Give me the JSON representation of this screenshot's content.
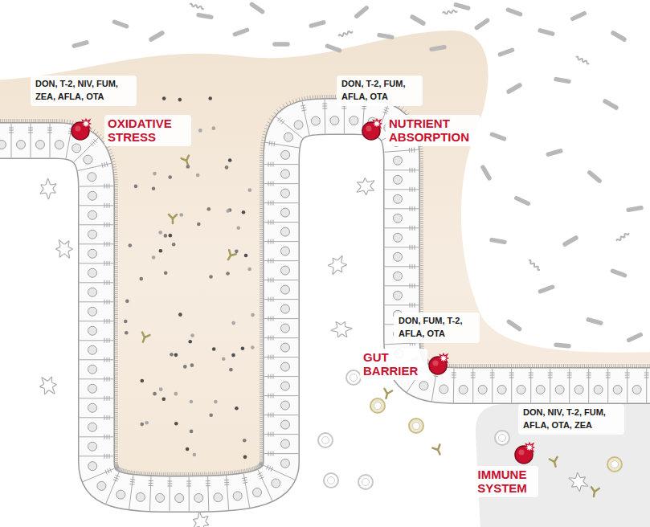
{
  "diagram": {
    "nodes": [
      {
        "text": [
          "DON, T-2, NIV, FUM, ZEA, AFLA, OTA",
          "OXIDATIVE STRESS"
        ]
      },
      {
        "text": [
          "DON, T-2, FUM, AFLA, OTA",
          "NUTRIENT ABSORPTION"
        ]
      },
      {
        "text": [
          "DON, FUM, T-2, AFLA, OTA",
          "GUT BARRIER"
        ]
      },
      {
        "text": [
          "DON, NIV, T-2, FUM, AFLA, OTA, ZEA",
          "IMMUNE SYSTEM"
        ]
      }
    ]
  }
}
